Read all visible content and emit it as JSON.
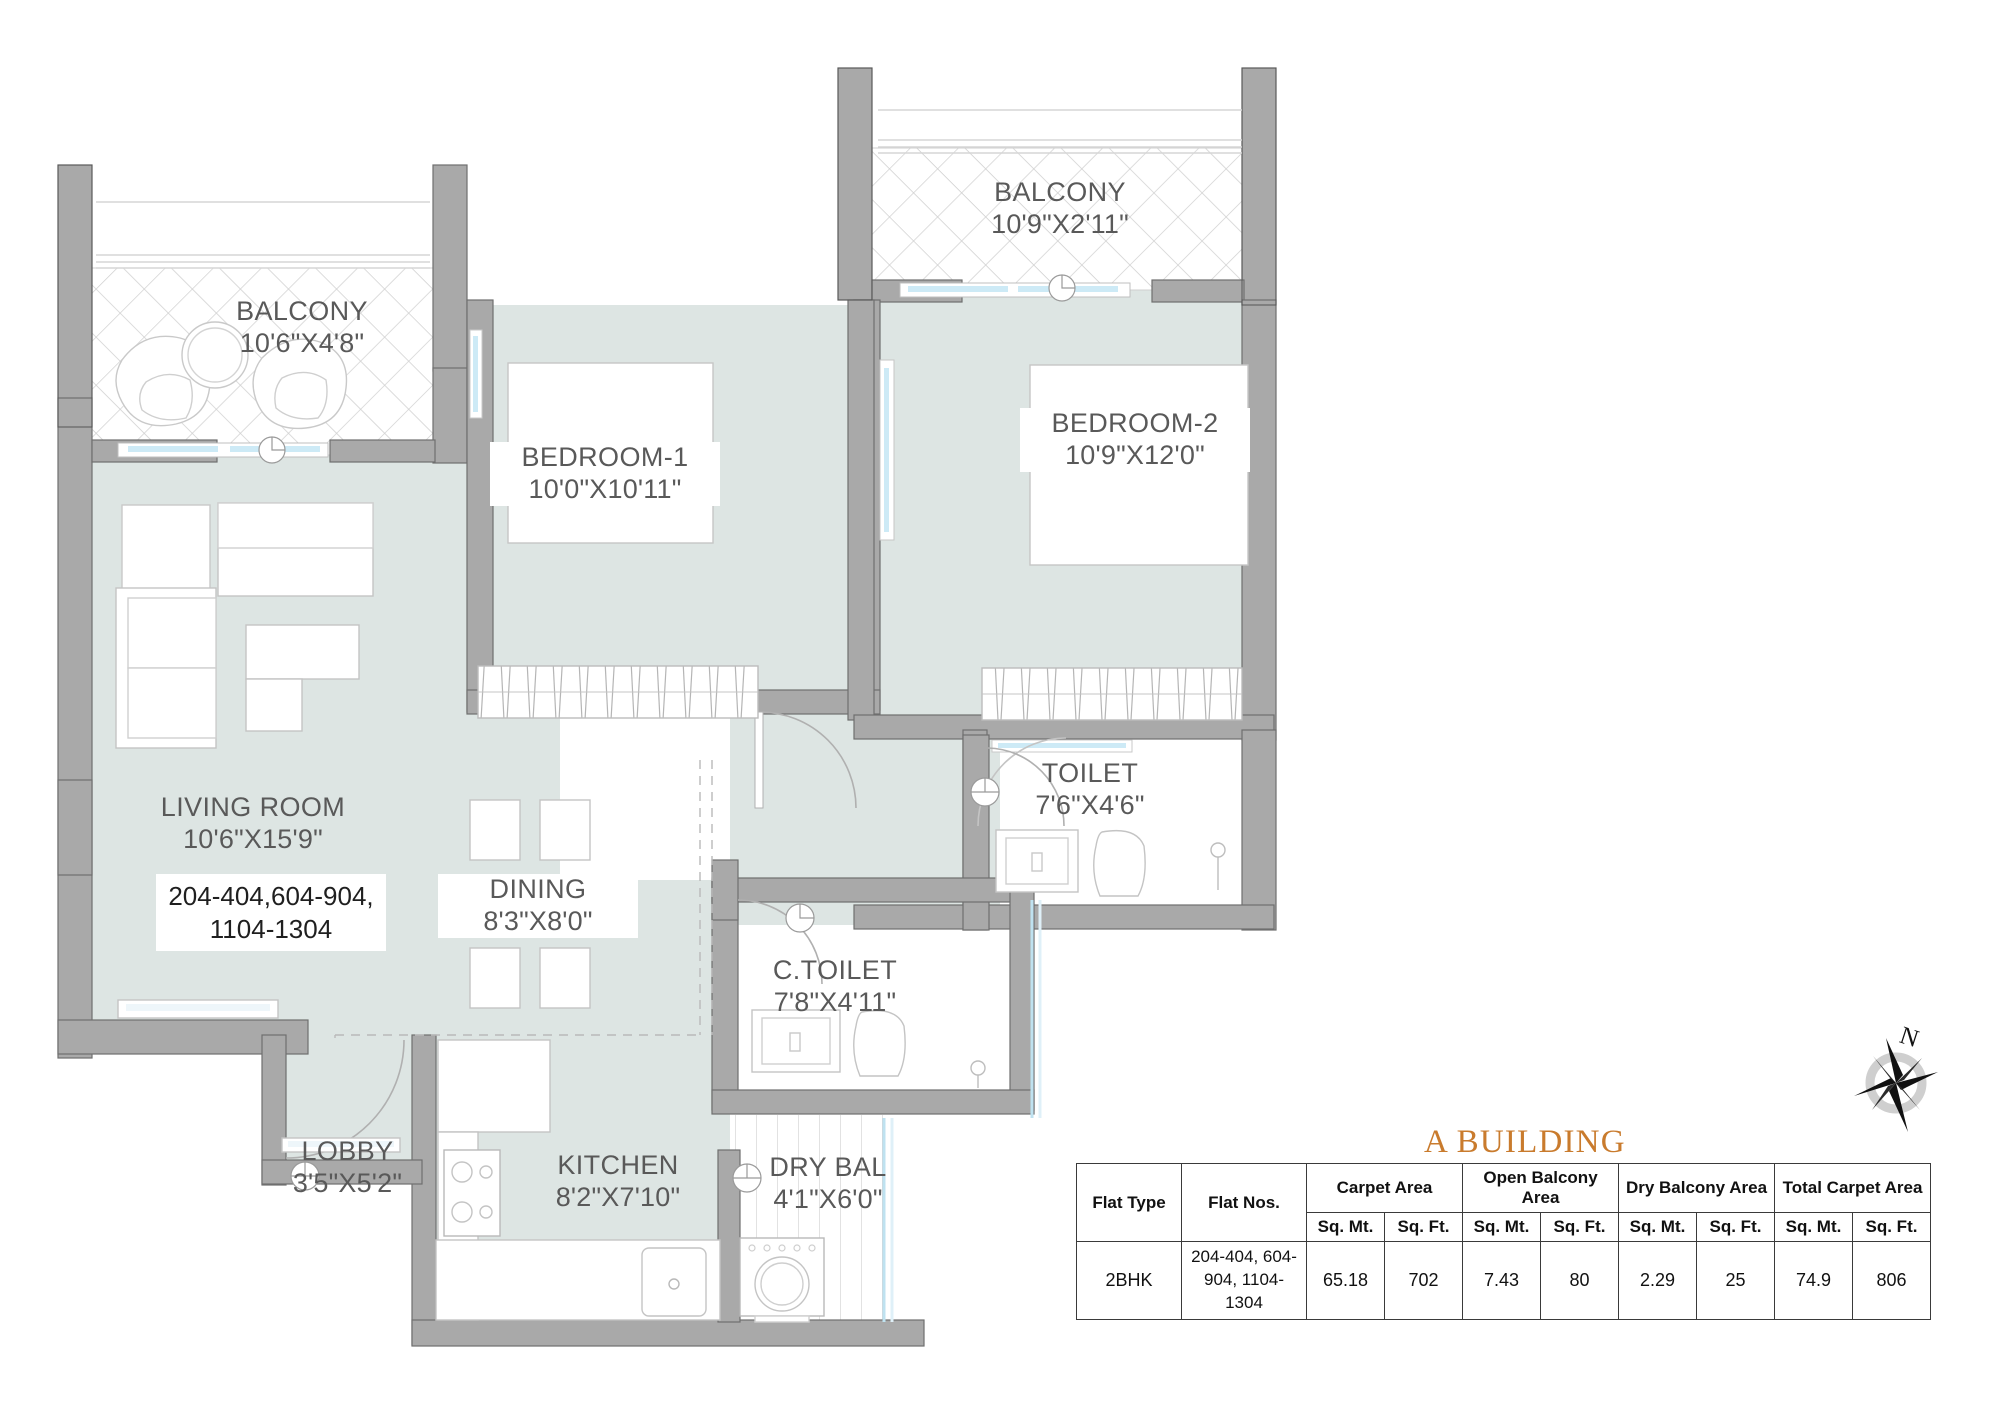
{
  "drawing": {
    "building_title": "A BUILDING",
    "compass_label": "N",
    "colors": {
      "wall": "#a9a9a9",
      "wall_dark": "#8f8f8f",
      "room_fill": "#dde5e3",
      "balcony_hatch": "#c9c9c9",
      "text": "#595959",
      "title_accent": "#c97b2d",
      "glass_blue": "#bfe2f0",
      "table_border": "#3a3a3a"
    }
  },
  "flat_callout": {
    "line1": "204-404,604-904,",
    "line2": "1104-1304"
  },
  "rooms": [
    {
      "key": "balcony_left",
      "name": "BALCONY",
      "dims": "10'6\"X4'8\""
    },
    {
      "key": "balcony_right",
      "name": "BALCONY",
      "dims": "10'9\"X2'11\""
    },
    {
      "key": "bedroom1",
      "name": "BEDROOM-1",
      "dims": "10'0\"X10'11\""
    },
    {
      "key": "bedroom2",
      "name": "BEDROOM-2",
      "dims": "10'9\"X12'0\""
    },
    {
      "key": "living",
      "name": "LIVING ROOM",
      "dims": "10'6\"X15'9\""
    },
    {
      "key": "dining",
      "name": "DINING",
      "dims": "8'3\"X8'0\""
    },
    {
      "key": "toilet",
      "name": "TOILET",
      "dims": "7'6\"X4'6\""
    },
    {
      "key": "ctoilet",
      "name": "C.TOILET",
      "dims": "7'8\"X4'11\""
    },
    {
      "key": "lobby",
      "name": "LOBBY",
      "dims": "3'5\"X5'2\""
    },
    {
      "key": "kitchen",
      "name": "KITCHEN",
      "dims": "8'2\"X7'10\""
    },
    {
      "key": "drybal",
      "name": "DRY BAL",
      "dims": "4'1\"X6'0\""
    }
  ],
  "area_table": {
    "group_headers": {
      "flat_type": "Flat Type",
      "flat_nos": "Flat Nos.",
      "carpet_area": "Carpet Area",
      "open_balcony_area": "Open Balcony Area",
      "dry_balcony_area": "Dry Balcony Area",
      "total_carpet_area": "Total Carpet Area"
    },
    "unit_headers": {
      "carpet_sqmt": "Sq. Mt.",
      "carpet_sqft": "Sq. Ft.",
      "open_sqmt": "Sq. Mt.",
      "open_sqft": "Sq. Ft.",
      "dry_sqmt": "Sq. Mt.",
      "dry_sqft": "Sq. Ft.",
      "total_sqmt": "Sq. Mt.",
      "total_sqft": "Sq. Ft."
    },
    "row": {
      "flat_type": "2BHK",
      "flat_nos_line1": "204-404, 604-",
      "flat_nos_line2": "904, 1104-1304",
      "carpet_sqmt": "65.18",
      "carpet_sqft": "702",
      "open_sqmt": "7.43",
      "open_sqft": "80",
      "dry_sqmt": "2.29",
      "dry_sqft": "25",
      "total_sqmt": "74.9",
      "total_sqft": "806"
    }
  }
}
